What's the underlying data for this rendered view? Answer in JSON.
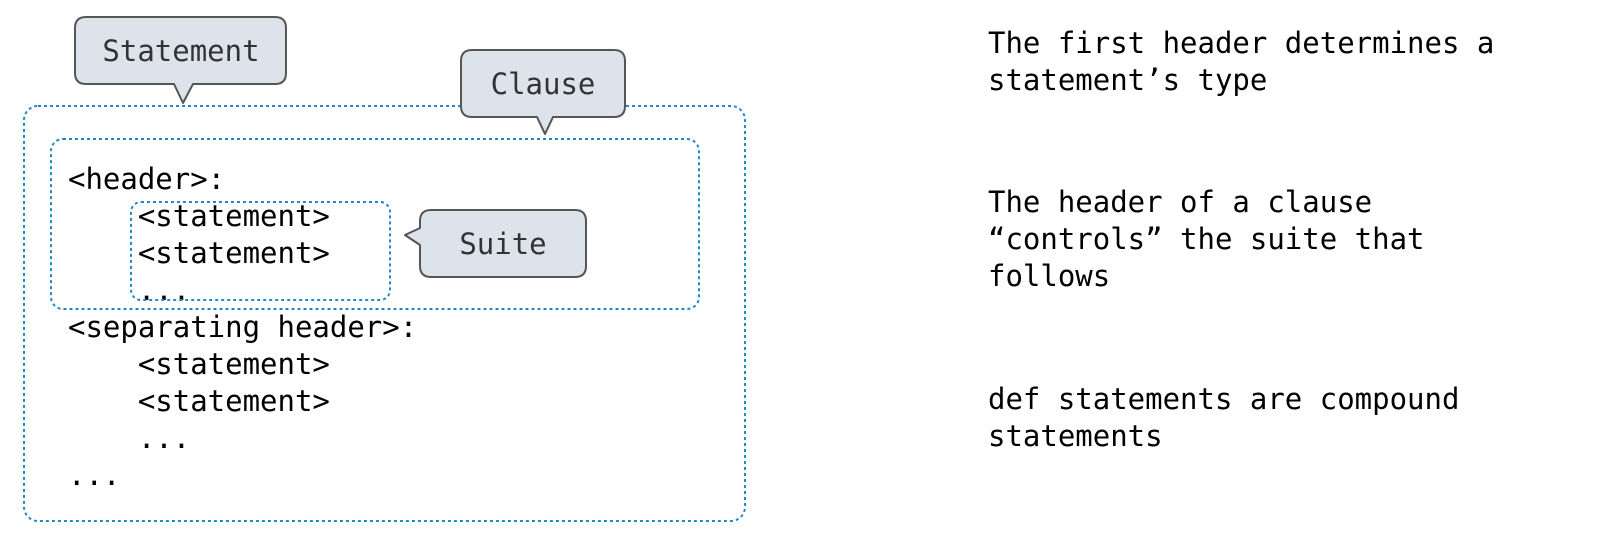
{
  "code_lines": [
    "<header>:",
    "    <statement>",
    "    <statement>",
    "    ...",
    "<separating header>:",
    "    <statement>",
    "    <statement>",
    "    ...",
    "..."
  ],
  "callouts": {
    "statement": "Statement",
    "clause": "Clause",
    "suite": "Suite"
  },
  "notes": [
    "The first header determines a\nstatement’s type",
    "The header of a clause\n“controls” the suite that\nfollows",
    "def statements are compound\nstatements"
  ],
  "colors": {
    "box_outline": "#1f8ac9",
    "bubble_fill": "#dde3ea",
    "bubble_outline": "#555555"
  }
}
